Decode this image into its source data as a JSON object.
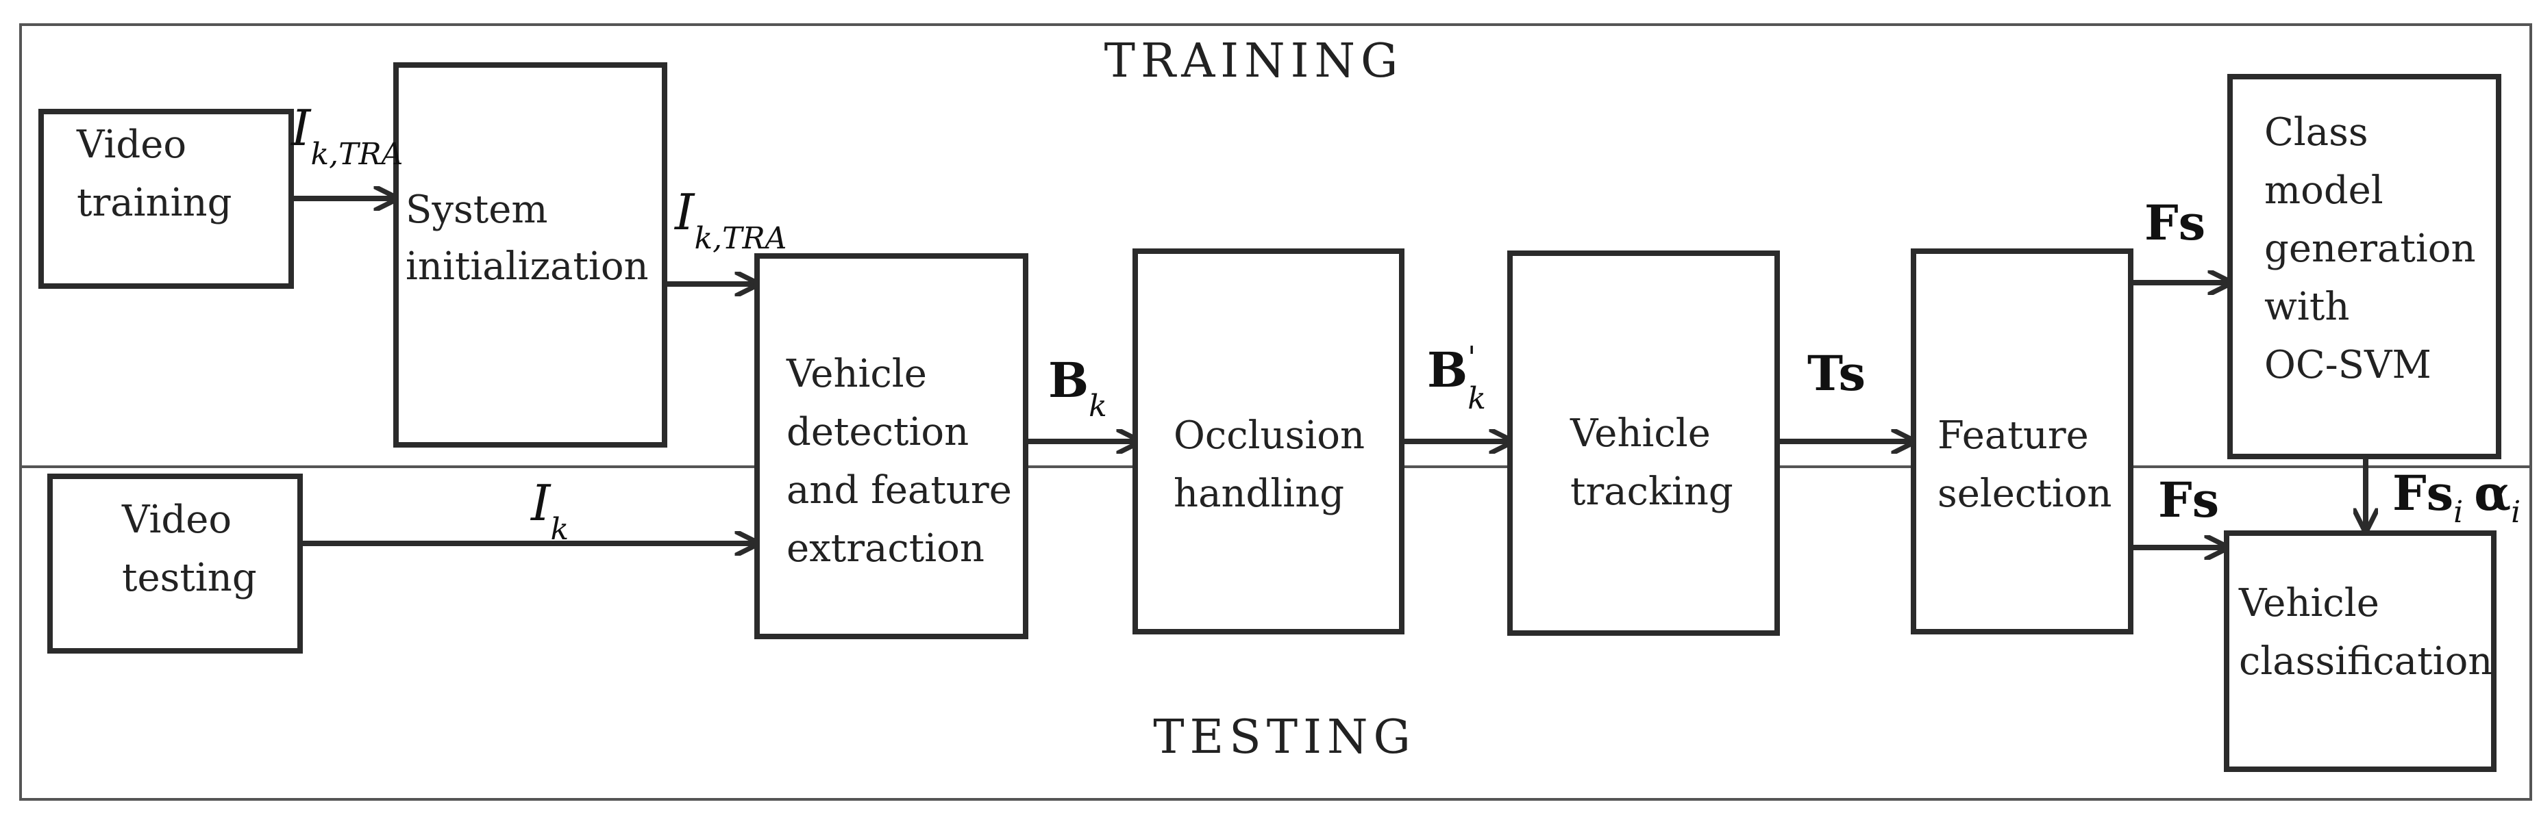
{
  "sections": {
    "training": "TRAINING",
    "testing": "TESTING"
  },
  "boxes": {
    "video_training": [
      "Video",
      "training"
    ],
    "system_init": [
      "System",
      "initialization"
    ],
    "video_testing": [
      "Video",
      "testing"
    ],
    "vehicle_detection": [
      "Vehicle",
      "detection",
      "and feature",
      "extraction"
    ],
    "occlusion": [
      "Occlusion",
      "handling"
    ],
    "tracking": [
      "Vehicle",
      "tracking"
    ],
    "feature_selection": [
      "Feature",
      "selection"
    ],
    "class_model": [
      "Class",
      "model",
      "generation",
      "with",
      "OC-SVM"
    ],
    "classification": [
      "Vehicle",
      "classification"
    ]
  },
  "signals": {
    "ik_tra_1": {
      "main": "I",
      "sub": "k,TRA"
    },
    "ik_tra_2": {
      "main": "I",
      "sub": "k,TRA"
    },
    "ik": {
      "main": "I",
      "sub": "k"
    },
    "bk": {
      "main": "B",
      "sub": "k"
    },
    "bk_prime": {
      "main": "B",
      "sup": "'",
      "sub": "k"
    },
    "ts": {
      "main": "Ts"
    },
    "fs_top": {
      "main": "Fs"
    },
    "fs_bottom": {
      "main": "Fs"
    },
    "fsi_alphai": {
      "main1": "Fs",
      "sub1": "i",
      "main2": "α",
      "sub2": "i"
    }
  }
}
